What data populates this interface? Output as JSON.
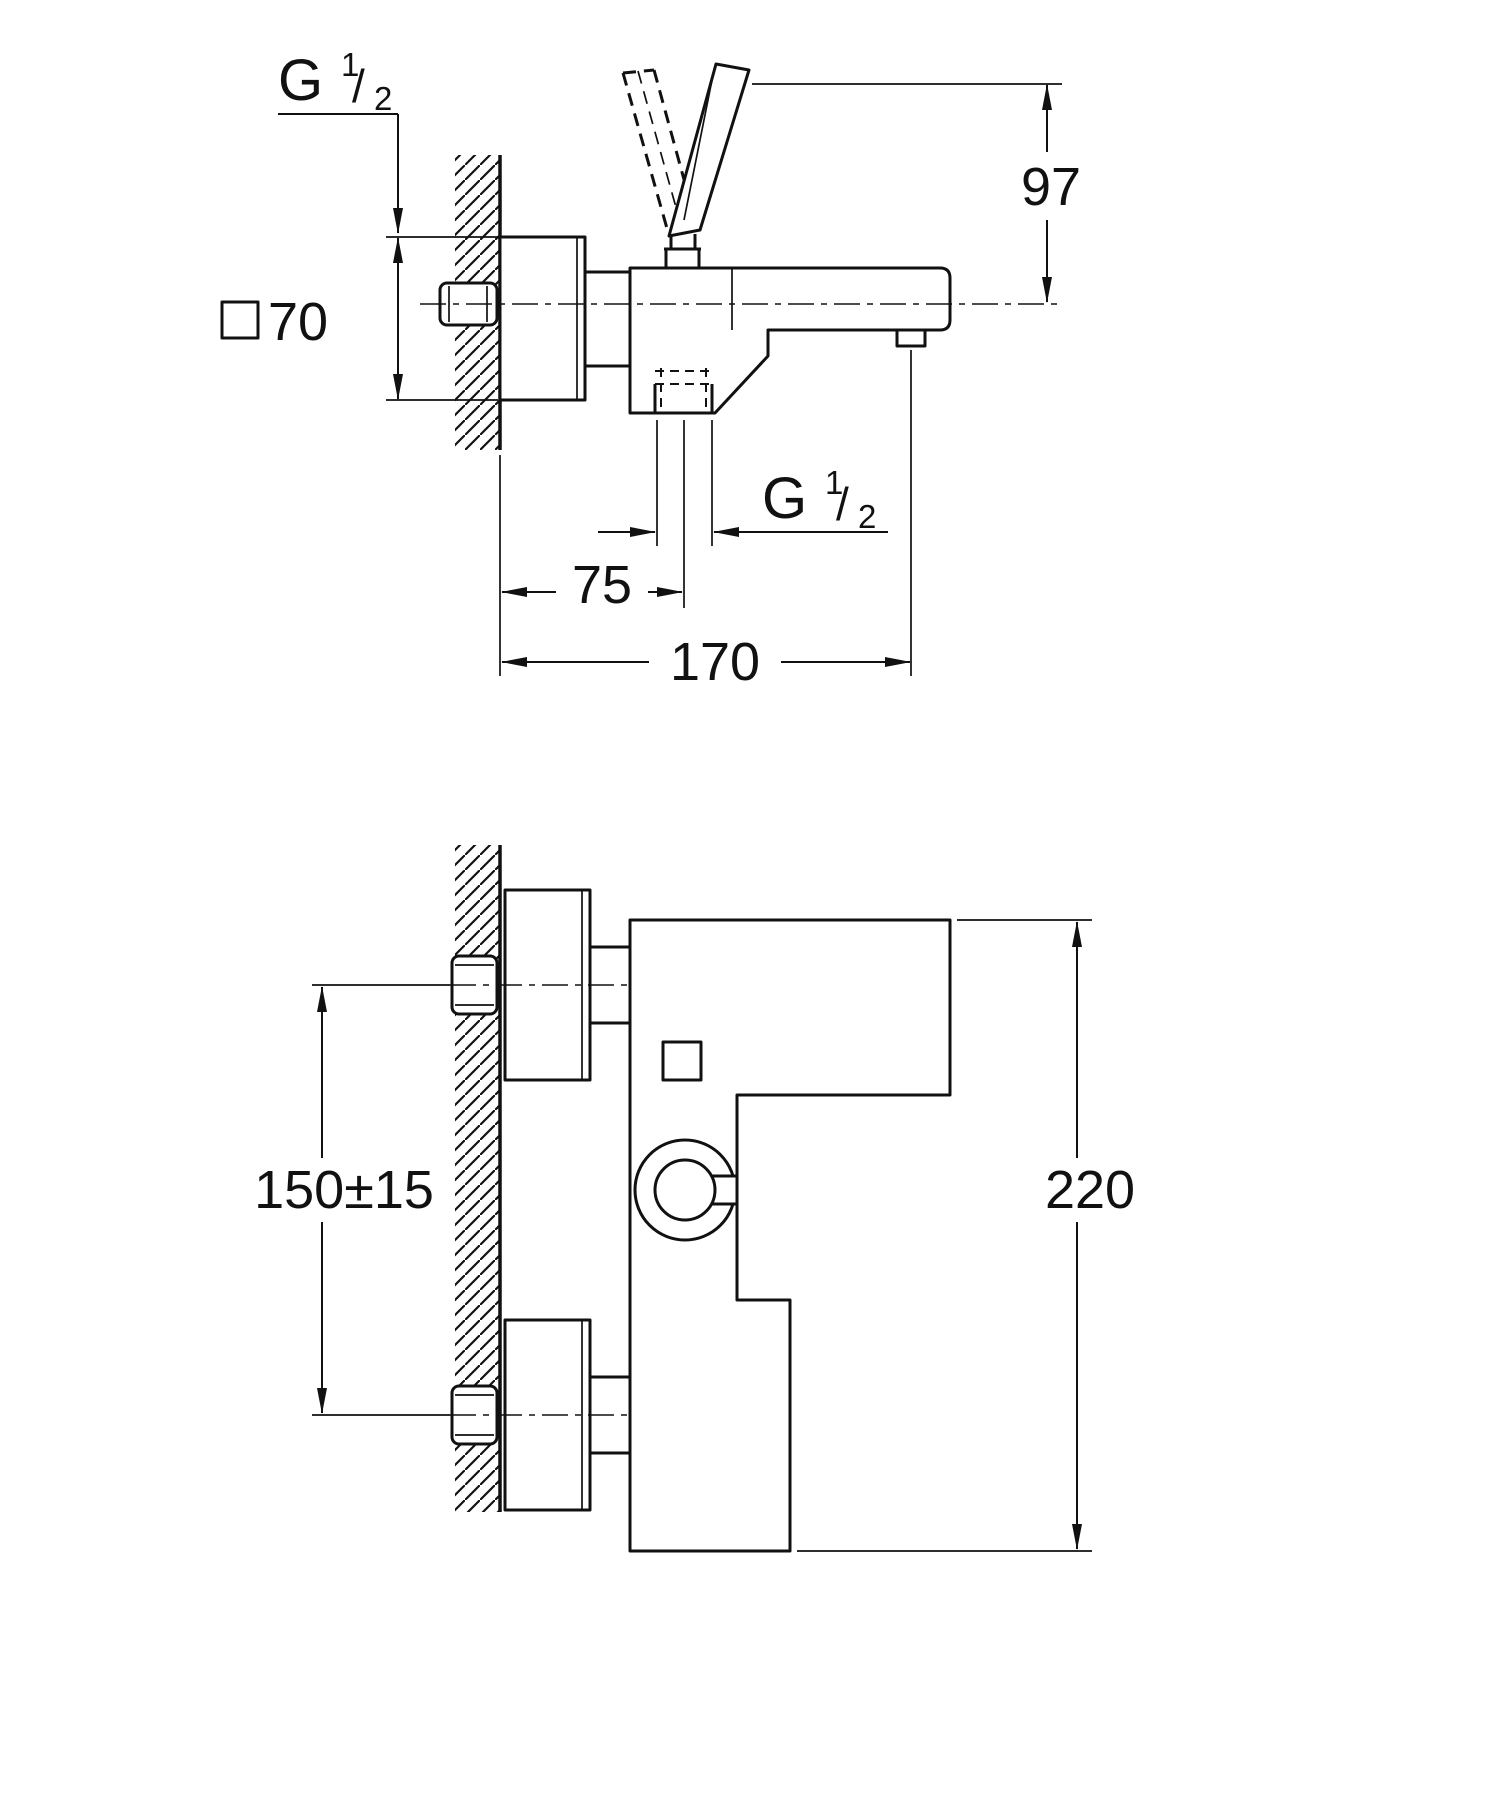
{
  "page": {
    "background": "#ffffff"
  },
  "drawing": {
    "line_color": "#111111",
    "side_view": {
      "dim_inlet_thread": {
        "prefix": "G",
        "numerator": "1",
        "slash": "/",
        "denominator": "2",
        "full": "G 1/2"
      },
      "dim_escutcheon": {
        "symbol": "□",
        "value": "70",
        "full": "□70"
      },
      "dim_handle_height": {
        "value": "97"
      },
      "dim_outlet_thread": {
        "prefix": "G",
        "numerator": "1",
        "slash": "/",
        "denominator": "2",
        "full": "G 1/2"
      },
      "dim_outlet_offset": {
        "value": "75"
      },
      "dim_spout_reach": {
        "value": "170"
      }
    },
    "plan_view": {
      "dim_connection_spacing": {
        "value": "150±15"
      },
      "dim_body_length": {
        "value": "220"
      }
    }
  }
}
